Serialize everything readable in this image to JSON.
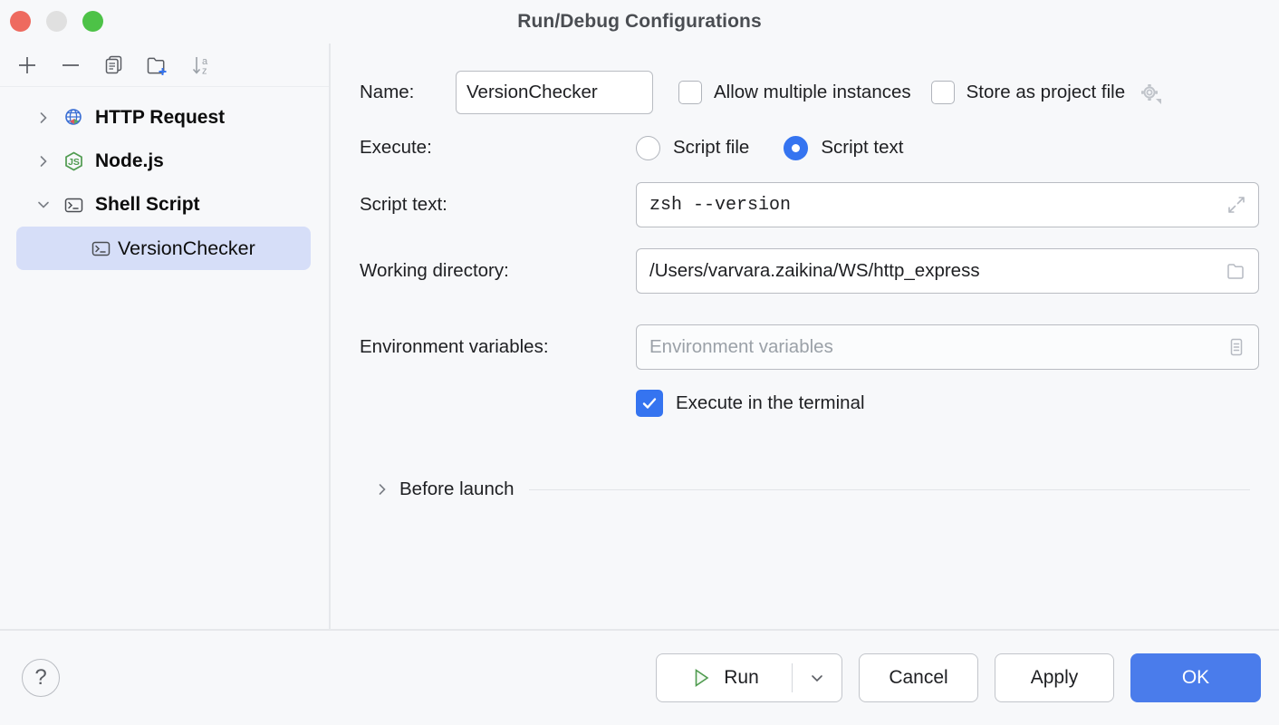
{
  "window": {
    "title": "Run/Debug Configurations",
    "traffic_lights": [
      "close",
      "minimize",
      "zoom"
    ]
  },
  "sidebar": {
    "toolbar": [
      {
        "name": "add-configuration",
        "icon": "plus-icon"
      },
      {
        "name": "remove-configuration",
        "icon": "minus-icon"
      },
      {
        "name": "copy-configuration",
        "icon": "copy-icon"
      },
      {
        "name": "add-folder",
        "icon": "new-folder-icon"
      },
      {
        "name": "sort-configurations",
        "icon": "sort-az-icon"
      }
    ],
    "tree": [
      {
        "label": "HTTP Request",
        "icon": "http-request-icon",
        "expanded": false,
        "level": 0,
        "selected": false
      },
      {
        "label": "Node.js",
        "icon": "nodejs-icon",
        "expanded": false,
        "level": 0,
        "selected": false
      },
      {
        "label": "Shell Script",
        "icon": "shell-script-icon",
        "expanded": true,
        "level": 0,
        "selected": false
      },
      {
        "label": "VersionChecker",
        "icon": "shell-script-icon",
        "level": 1,
        "selected": true
      }
    ]
  },
  "form": {
    "name_label": "Name:",
    "name_value": "VersionChecker",
    "allow_multiple_instances_label": "Allow multiple instances",
    "allow_multiple_instances_checked": false,
    "store_as_project_file_label": "Store as project file",
    "store_as_project_file_checked": false,
    "execute_label": "Execute:",
    "execute_options": [
      "Script file",
      "Script text"
    ],
    "execute_selected": "Script text",
    "script_file_label": "Script file",
    "script_text_radio_label": "Script text",
    "script_text_label": "Script text:",
    "script_text_value": "zsh --version",
    "working_directory_label": "Working directory:",
    "working_directory_value": "/Users/varvara.zaikina/WS/http_express",
    "environment_variables_label": "Environment variables:",
    "environment_variables_value": "",
    "environment_variables_placeholder": "Environment variables",
    "execute_in_terminal_label": "Execute in the terminal",
    "execute_in_terminal_checked": true,
    "before_launch_label": "Before launch",
    "before_launch_expanded": false
  },
  "footer": {
    "help_label": "?",
    "run_label": "Run",
    "cancel_label": "Cancel",
    "apply_label": "Apply",
    "ok_label": "OK"
  },
  "colors": {
    "accent_blue": "#3574f0",
    "ok_button_blue": "#4a7ceb",
    "selection_blue": "#d6def8",
    "background": "#f7f8fa",
    "traffic_red": "#ee6a5f",
    "traffic_yellow": "#e0e0e0",
    "traffic_green": "#4dc247"
  }
}
